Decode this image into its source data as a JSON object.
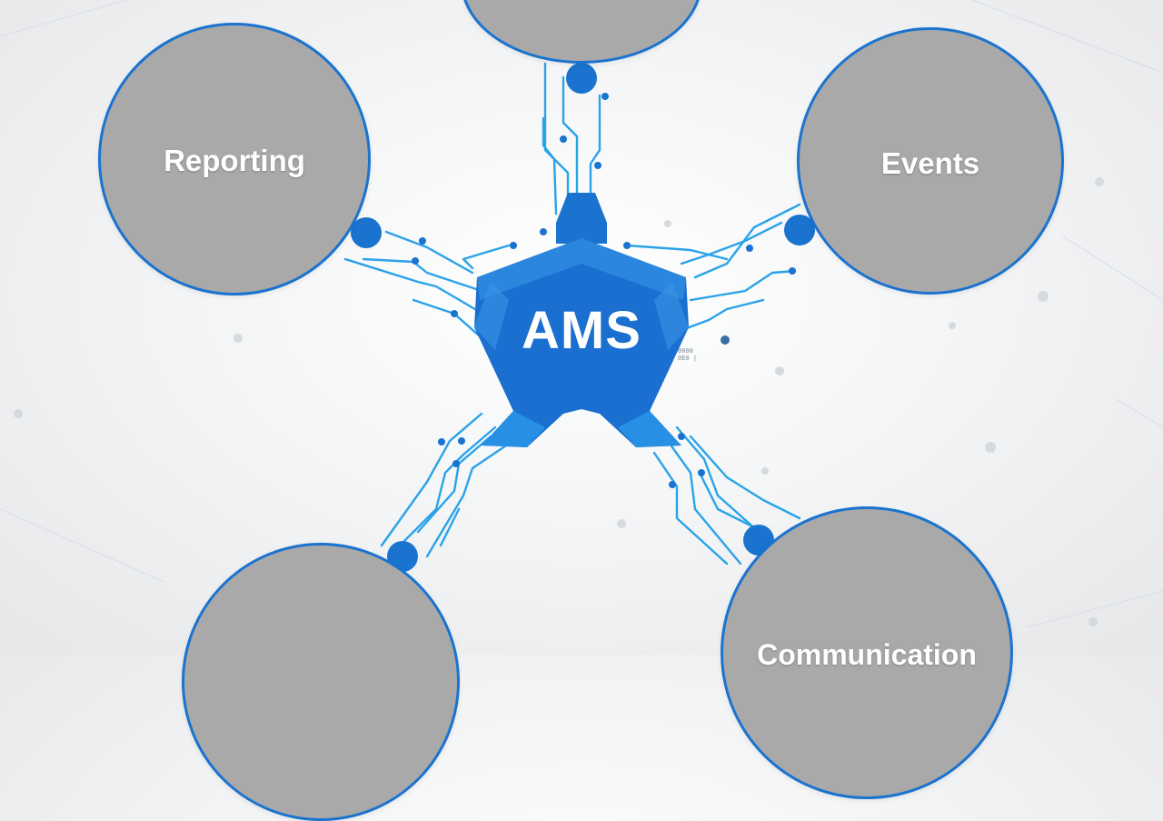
{
  "hub": {
    "label": "AMS",
    "color": "#1a73cf"
  },
  "nodes": {
    "top": {
      "label": ""
    },
    "reporting": {
      "label": "Reporting"
    },
    "events": {
      "label": "Events"
    },
    "bottom_left": {
      "label": ""
    },
    "communication": {
      "label": "Communication"
    }
  },
  "colors": {
    "node_fill": "#a9a9a9",
    "node_border": "#1a73cf",
    "trace": "#2aa3e8",
    "pad": "#1a73cf"
  },
  "decor": {
    "tiny_text_line1": "0000",
    "tiny_text_line2": "0E0 |"
  }
}
